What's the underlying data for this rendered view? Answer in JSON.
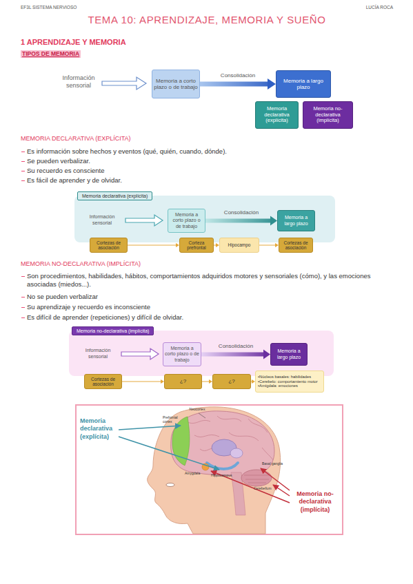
{
  "diagram": {
    "title": "TEMA 10: APRENDIZAJE, MEMORIA Y SUEÑO",
    "nodes": [
      {
        "text": [
          "Memoria a corto plazo o de trabajo"
        ]
      },
      {
        "text": [
          "Memoria a largo plazo"
        ]
      },
      {
        "text": [
          "Memoria declarativa (explícita)"
        ]
      },
      {
        "text": [
          "Memoria no-declarativa (implícita)"
        ]
      },
      {
        "text": [
          "Memoria declarativa (explícita)"
        ]
      },
      {
        "text": [
          "Memoria a corto plazo o de trabajo"
        ],
        "in": 4
      },
      {
        "text": [
          "Memoria a largo plazo"
        ],
        "in": 4
      },
      {
        "text": [
          "Cortezas de asociación"
        ]
      },
      {
        "text": [
          "Corteza prefrontal"
        ]
      },
      {
        "text": [
          "Hipocampo"
        ]
      },
      {
        "text": [
          "Cortezas de asociación"
        ]
      },
      {
        "text": [
          "Memoria no-declarativa (implícita)"
        ]
      },
      {
        "text": [
          "Memoria a corto plazo o de trabajo"
        ],
        "in": 11
      },
      {
        "text": [
          "Memoria a largo plazo"
        ],
        "in": 11
      },
      {
        "text": [
          "Cortezas de asociación"
        ]
      },
      {
        "text": [
          "¿?"
        ]
      },
      {
        "text": [
          "¿?"
        ]
      },
      {
        "text": [
          "•Núcleos basales: habilidades",
          "•Cerebelo: comportamiento motor",
          "•Amígdala: emociones"
        ]
      }
    ],
    "edges": [
      {
        "from": 0,
        "to": 1,
        "arrow": "to",
        "label": "Consolidación"
      },
      {
        "from": 5,
        "to": 6,
        "arrow": "to",
        "label": "Consolidación"
      },
      {
        "from": 7,
        "to": 8,
        "arrow": "to"
      },
      {
        "from": 8,
        "to": 9,
        "arrow": "to"
      },
      {
        "from": 9,
        "to": 10,
        "arrow": "to"
      },
      {
        "from": 12,
        "to": 13,
        "arrow": "to",
        "label": "Consolidación"
      },
      {
        "from": 14,
        "to": 15,
        "arrow": "to"
      },
      {
        "from": 15,
        "to": 16,
        "arrow": "to"
      },
      {
        "from": 16,
        "to": 17,
        "arrow": "to"
      }
    ],
    "labels": [
      "EF3L SISTEMA NERVIOSO",
      "LUCÍA ROCA",
      "1 APRENDIZAJE Y MEMORIA",
      "TIPOS DE MEMORIA",
      "Información sensorial",
      "MEMORIA DECLARATIVA (EXPLÍCITA)",
      "Es información sobre hechos y eventos (qué, quién, cuando, dónde).",
      "Se pueden verbalizar.",
      "Su recuerdo es consciente",
      "Es fácil de aprender y de olvidar.",
      "Información sensorial",
      "MEMORIA NO-DECLARATIVA (IMPLÍCITA)",
      "Son procedimientos, habilidades, hábitos, comportamientos adquiridos motores y sensoriales (cómo), y las emociones asociadas (miedos...).",
      "No se pueden verbalizar",
      "Su aprendizaje y recuerdo es inconsciente",
      "Es difícil de aprender (repeticiones) y difícil de olvidar.",
      "Información sensorial",
      "Memoria declarativa (explícita)",
      "Neocortex",
      "Prefrontal cortex",
      "Basal ganglia",
      "Cerebellum",
      "Hippocampus",
      "Amygdala",
      "Memoria no-declarativa (implícita)"
    ]
  }
}
